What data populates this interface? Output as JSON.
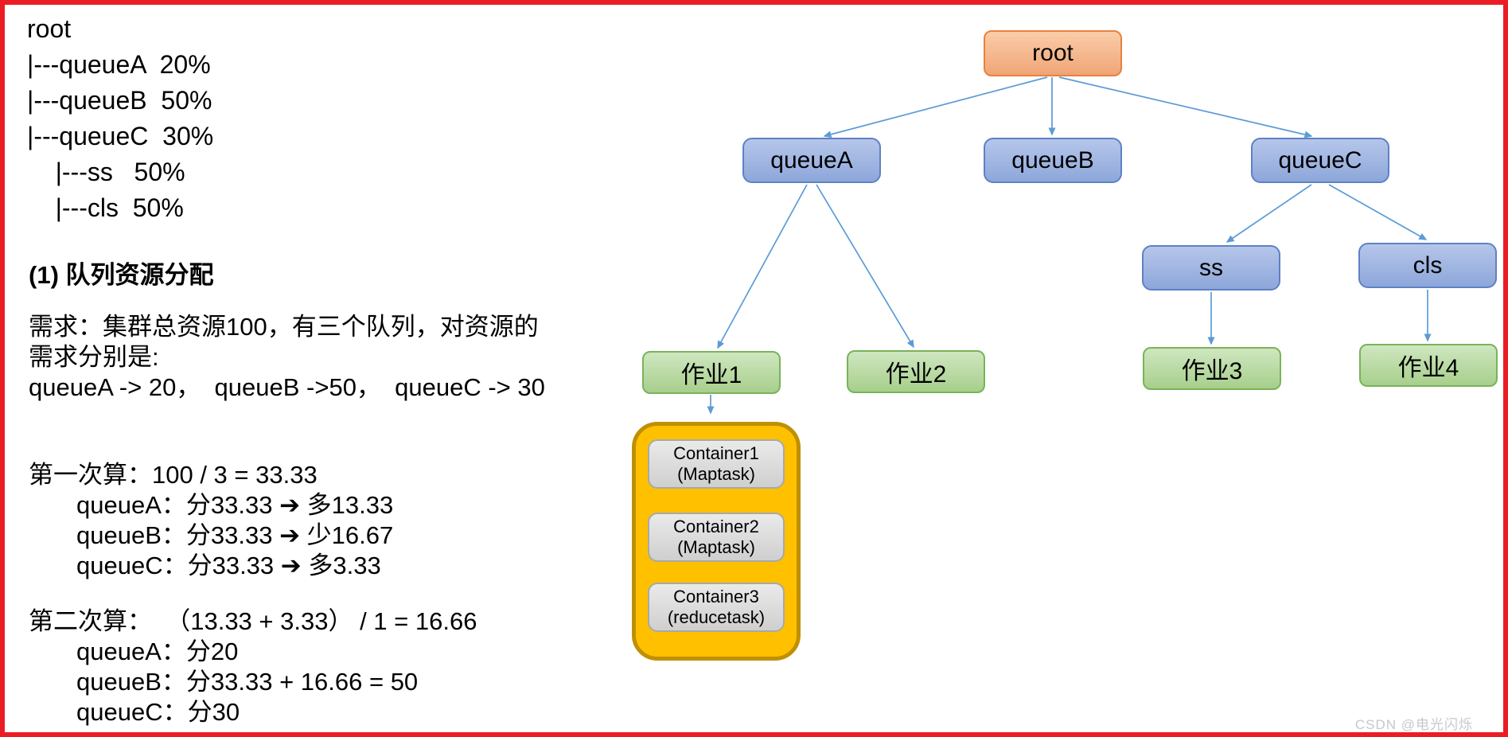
{
  "frame": {
    "border_color": "#EC1C24",
    "background": "#FFFFFF"
  },
  "left_panel": {
    "tree_text_lines": [
      "root",
      "|---queueA  20%",
      "|---queueB  50%",
      "|---queueC  30%",
      "    |---ss   50%",
      "    |---cls  50%"
    ],
    "heading": "(1) 队列资源分配",
    "requirement_lines": [
      "需求：集群总资源100，有三个队列，对资源的",
      "需求分别是:",
      "queueA -> 20，  queueB ->50，  queueC -> 30"
    ],
    "calc1": {
      "title": "第一次算：100 / 3 = 33.33",
      "lines": [
        "queueA：分33.33 ➔ 多13.33",
        "queueB：分33.33 ➔ 少16.67",
        "queueC：分33.33 ➔ 多3.33"
      ]
    },
    "calc2": {
      "title": "第二次算：  （13.33 + 3.33） / 1 = 16.66",
      "lines": [
        "queueA：分20",
        "queueB：分33.33 + 16.66 = 50",
        "queueC：分30"
      ]
    }
  },
  "diagram": {
    "nodes": {
      "root": "root",
      "queueA": "queueA",
      "queueB": "queueB",
      "queueC": "queueC",
      "ss": "ss",
      "cls": "cls",
      "job1": "作业1",
      "job2": "作业2",
      "job3": "作业3",
      "job4": "作业4"
    },
    "containers": [
      {
        "line1": "Container1",
        "line2": "(Maptask)"
      },
      {
        "line1": "Container2",
        "line2": "(Maptask)"
      },
      {
        "line1": "Container3",
        "line2": "(reducetask)"
      }
    ],
    "colors": {
      "root_fill": "#F4B183",
      "root_border": "#E8813F",
      "queue_fill": "#8FAADC",
      "queue_border": "#5E81C4",
      "job_fill": "#A9D18E",
      "job_border": "#70AD47",
      "container_fill": "#FFC000",
      "container_border": "#BF9000",
      "task_fill": "#D9D9D9",
      "task_border": "#A8A8A8",
      "arrow": "#5B9BD5"
    }
  },
  "watermark": "CSDN @电光闪烁"
}
